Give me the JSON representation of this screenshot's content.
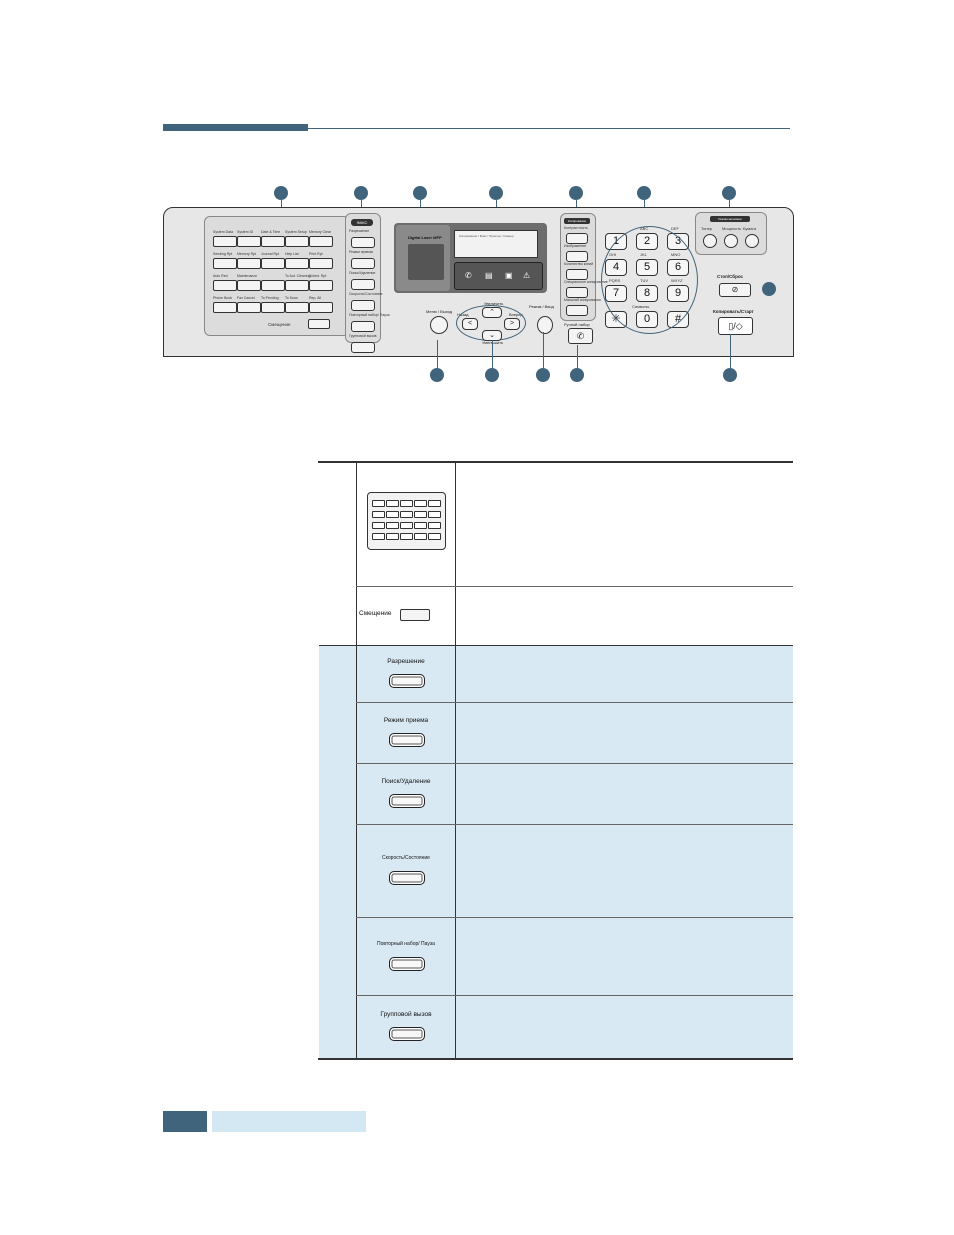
{
  "panel": {
    "model_label": "Digital Laser MFP",
    "lcd_label": "Копирование / Факс / Принтер / Сканер",
    "fax_section_label": "ФАКС",
    "fax_buttons": [
      "Разрешение",
      "Режим приема",
      "Поиск/Удаление",
      "Скорость/Состояние",
      "Повторный набор/ Пауза",
      "Групповой вызов"
    ],
    "copy_section_label": "Копирование",
    "copy_buttons": [
      "Контрастность",
      "Изображение",
      "Количество копий",
      "Специальное копирование",
      "Масштаб копирования"
    ],
    "onetouch_labels": [
      "System Data",
      "System ID",
      "Date & Time",
      "System Setup",
      "Memory Clear",
      "Sending Rpt",
      "Memory Rpt",
      "Journal Rpt",
      "Help List",
      "Print Rpt",
      "Auto Red",
      "Maintenance",
      "",
      "To Aut. Cleaning",
      "Sched. Rpt",
      "Phone Book",
      "Fax Cancel",
      "To Pending",
      "To Scan",
      "Rep. All"
    ],
    "shift_label": "Смещение",
    "key_letters": [
      "ABC",
      "DEF",
      "GHI",
      "JKL",
      "MNO",
      "PQRS",
      "TUV",
      "WXYZ"
    ],
    "keys": [
      "1",
      "2",
      "3",
      "4",
      "5",
      "6",
      "7",
      "8",
      "9",
      "✳",
      "0",
      "#"
    ],
    "symbols_label": "Символы",
    "nav": {
      "menu_exit": "Меню / Выход",
      "increase": "Увеличить",
      "decrease": "Уменьшить",
      "prev": "Назад",
      "next": "Вперед",
      "enter": "Режим / Ввод",
      "manual_dial": "Ручной набор"
    },
    "toner_section_label": "Режим экономии",
    "toner_buttons": [
      "Тонер",
      "Мощность",
      "Бумага"
    ],
    "stop_label": "Стоп/Сброс",
    "copy_start_label": "Копировать/Старт",
    "colors": {
      "accent": "#40647c",
      "highlight": "#d8e9f3"
    }
  },
  "table": {
    "shift_label": "Смещение",
    "fax_rows": [
      "Разрешение",
      "Режим приема",
      "Поиск/Удаление",
      "Скорость/Состояние",
      "Повторный набор/ Пауза",
      "Групповой вызов"
    ]
  }
}
